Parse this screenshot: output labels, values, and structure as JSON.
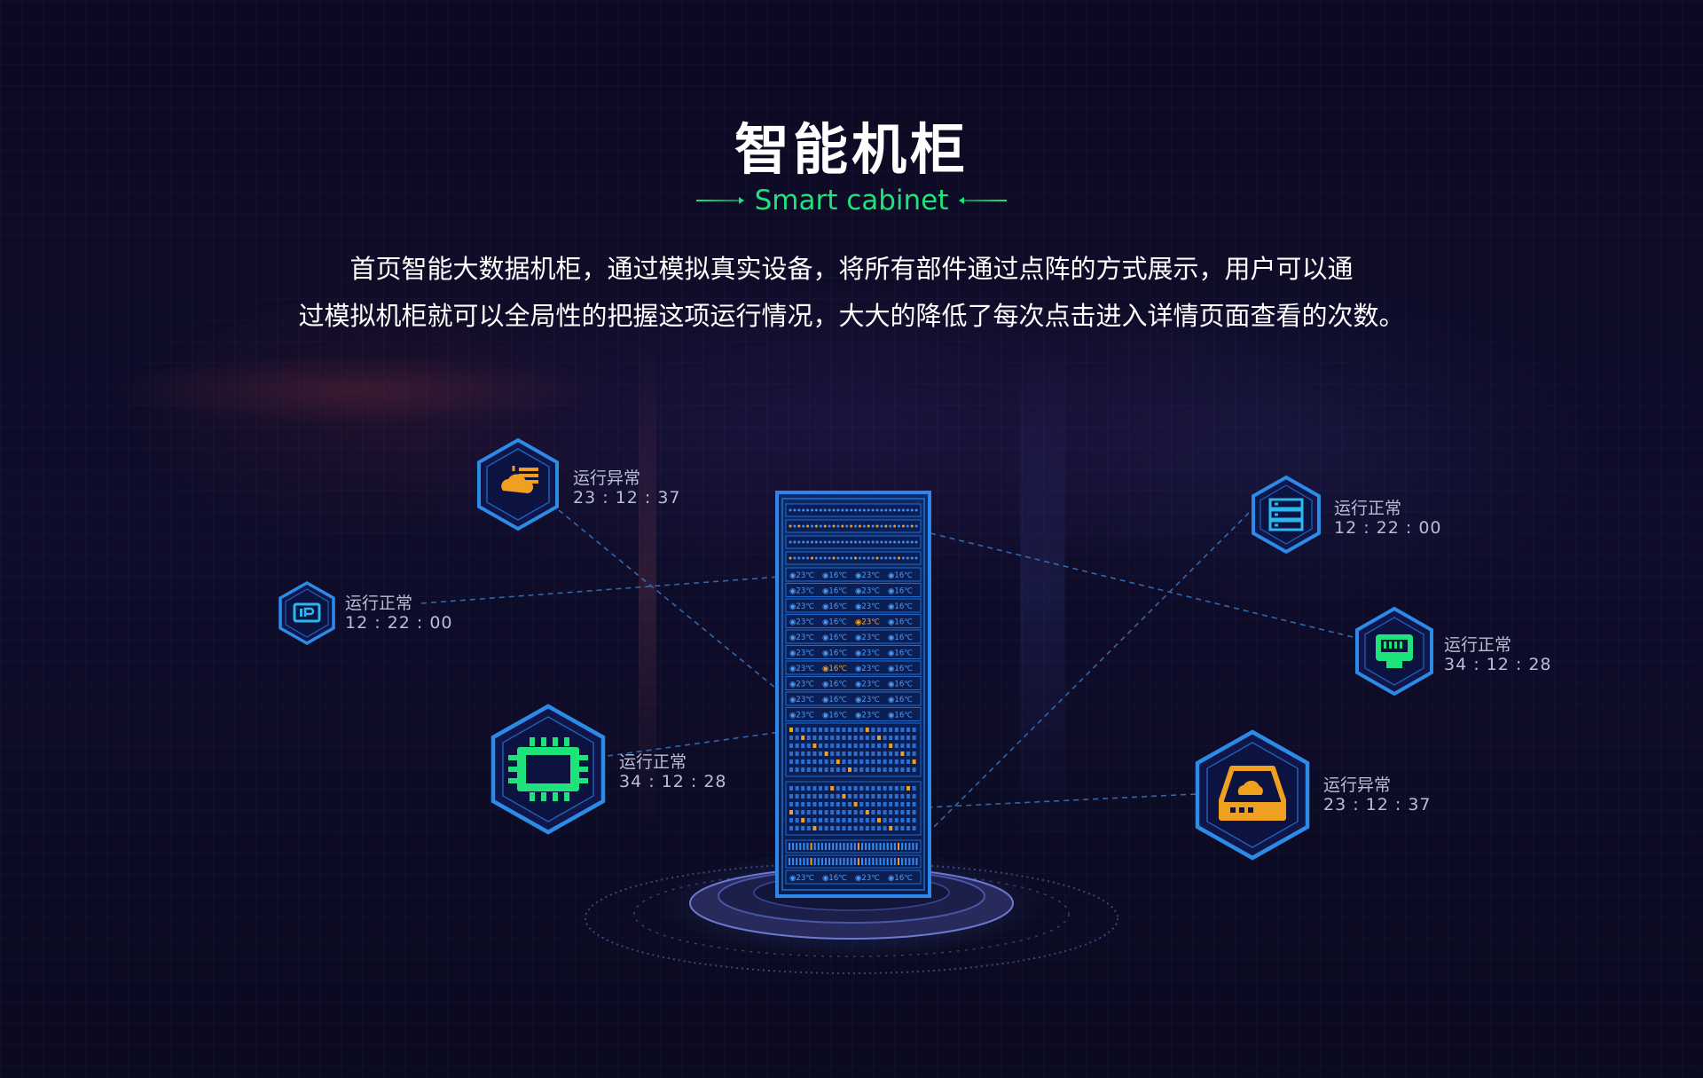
{
  "header": {
    "title": "智能机柜",
    "subtitle": "Smart cabinet",
    "description_line1": "首页智能大数据机柜，通过模拟真实设备，将所有部件通过点阵的方式展示，用户可以通",
    "description_line2": "过模拟机柜就可以全局性的把握这项运行情况，大大的降低了每次点击进入详情页面查看的次数。"
  },
  "colors": {
    "background": "#0d0b24",
    "accent_green": "#1ee37a",
    "hex_border": "#2b8be6",
    "icon_orange": "#f0a020",
    "icon_cyan": "#2cb7f0",
    "cabinet_blue": "#1e6fd0"
  },
  "nodes": [
    {
      "id": "cloud-node",
      "icon": "cloud-data-icon",
      "icon_color": "#f0a020",
      "status": "运行异常",
      "time": "23 : 12 : 37"
    },
    {
      "id": "ip-node",
      "icon": "ip-address-icon",
      "icon_color": "#2cb7f0",
      "status": "运行正常",
      "time": "12 : 22 : 00"
    },
    {
      "id": "chip-node",
      "icon": "chip-icon",
      "icon_color": "#1ee37a",
      "status": "运行正常",
      "time": "34 : 12 : 28"
    },
    {
      "id": "server-node",
      "icon": "server-stack-icon",
      "icon_color": "#2cb7f0",
      "status": "运行正常",
      "time": "12 : 22 : 00"
    },
    {
      "id": "network-node",
      "icon": "network-port-icon",
      "icon_color": "#1ee37a",
      "status": "运行正常",
      "time": "34 : 12 : 28"
    },
    {
      "id": "storage-node",
      "icon": "cloud-storage-icon",
      "icon_color": "#f0a020",
      "status": "运行异常",
      "time": "23 : 12 : 37"
    }
  ],
  "cabinet": {
    "temp_high": "23℃",
    "temp_low": "16℃"
  }
}
